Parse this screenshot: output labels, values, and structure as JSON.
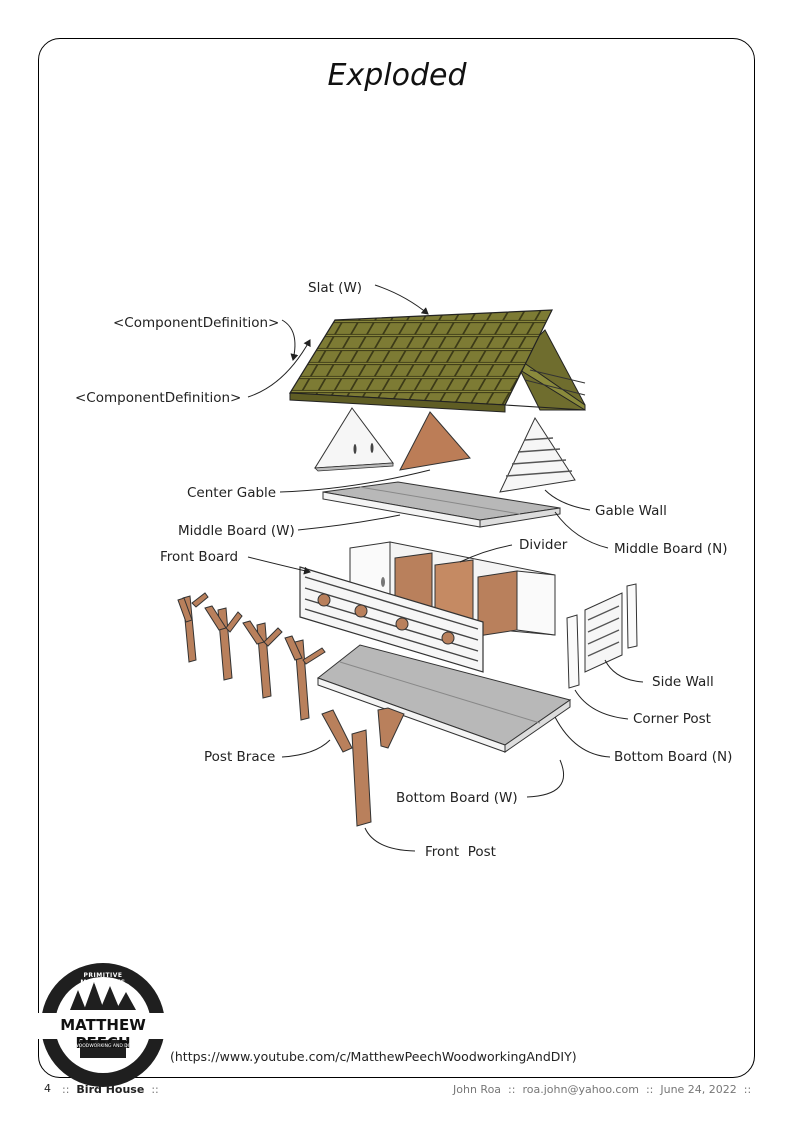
{
  "page": {
    "title": "Exploded",
    "url": "(https://www.youtube.com/c/MatthewPeechWoodworkingAndDIY)"
  },
  "logo": {
    "brand": "MATTHEW PEECH",
    "arc_text": "PRIMITIVE MILLWORKS",
    "sub_text": "WOODWORKING AND DIY"
  },
  "labels": {
    "slat_w": "Slat (W)",
    "component_def_1": "<ComponentDefinition>",
    "component_def_2": "<ComponentDefinition>",
    "center_gable": "Center Gable",
    "gable_wall": "Gable Wall",
    "middle_board_w": "Middle Board (W)",
    "middle_board_n": "Middle Board (N)",
    "divider": "Divider",
    "front_board": "Front Board",
    "side_wall": "Side Wall",
    "corner_post": "Corner Post",
    "post_brace": "Post Brace",
    "bottom_board_n": "Bottom Board (N)",
    "bottom_board_w": "Bottom Board (W)",
    "front_post": "Front  Post"
  },
  "footer": {
    "page_number": "4",
    "sep": "::",
    "project": "Bird House",
    "author": "John Roa",
    "email": "roa.john@yahoo.com",
    "date": "June 24, 2022"
  },
  "colors": {
    "roof": "#8a8a3c",
    "wood": "#b9805c",
    "white_board": "#f4f4f4",
    "grey_board": "#b8b8b8"
  }
}
